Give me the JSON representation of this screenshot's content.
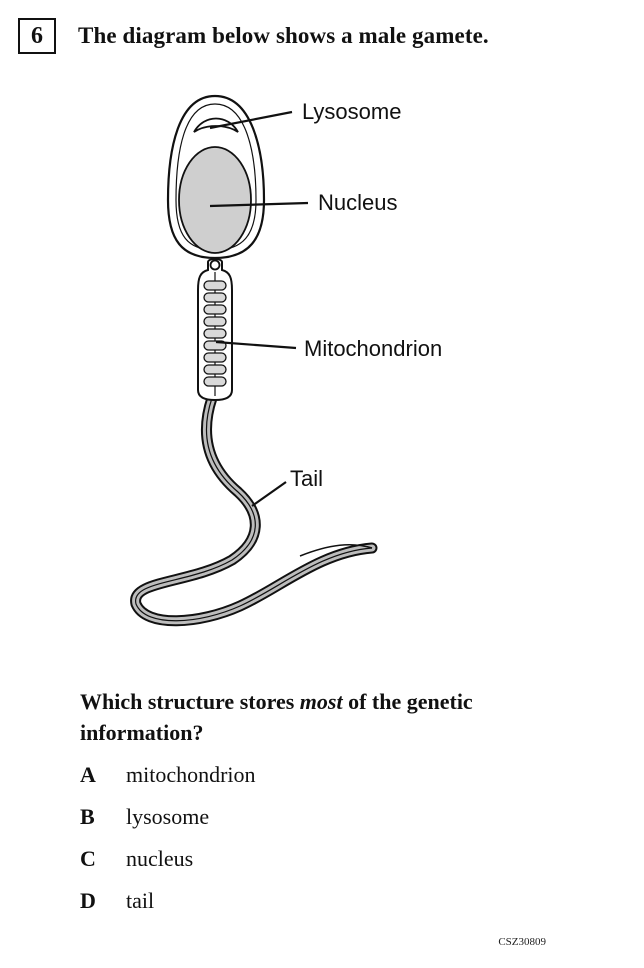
{
  "question": {
    "number": "6",
    "title": "The diagram below shows a male gamete.",
    "prompt_before": "Which structure stores ",
    "prompt_emphasis": "most",
    "prompt_after": " of the genetic information?"
  },
  "diagram": {
    "labels": {
      "lysosome": "Lysosome",
      "nucleus": "Nucleus",
      "mitochondrion": "Mitochondrion",
      "tail": "Tail"
    },
    "colors": {
      "outline": "#111111",
      "nucleus_fill": "#cfcfcf",
      "tail_fill": "#bdbdbd"
    }
  },
  "options": [
    {
      "letter": "A",
      "text": "mitochondrion"
    },
    {
      "letter": "B",
      "text": "lysosome"
    },
    {
      "letter": "C",
      "text": "nucleus"
    },
    {
      "letter": "D",
      "text": "tail"
    }
  ],
  "footer": {
    "code": "CSZ30809"
  }
}
